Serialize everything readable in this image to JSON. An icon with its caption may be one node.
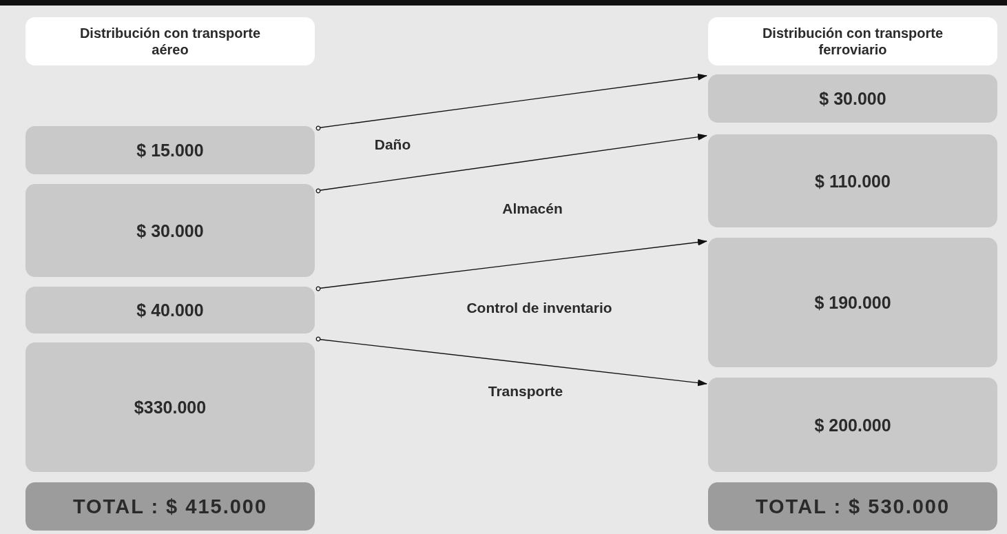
{
  "diagram": {
    "nodes": [
      {
        "text": [
          "Distribución con transporte aéreo"
        ]
      },
      {
        "text": [
          "Distribución con transporte ferroviario"
        ]
      },
      {
        "text": [
          "$ 15.000"
        ]
      },
      {
        "text": [
          "$ 30.000"
        ]
      },
      {
        "text": [
          "$ 40.000"
        ]
      },
      {
        "text": [
          "$330.000"
        ]
      },
      {
        "text": [
          "TOTAL : $ 415.000"
        ]
      },
      {
        "text": [
          "$ 30.000"
        ]
      },
      {
        "text": [
          "$ 110.000"
        ]
      },
      {
        "text": [
          "$ 190.000"
        ]
      },
      {
        "text": [
          "$ 200.000"
        ]
      },
      {
        "text": [
          "TOTAL : $ 530.000"
        ]
      }
    ],
    "edges": [
      {
        "from": 2,
        "to": 7,
        "arrow": "to",
        "label": "Daño"
      },
      {
        "from": 3,
        "to": 8,
        "arrow": "to",
        "label": "Almacén"
      },
      {
        "from": 4,
        "to": 9,
        "arrow": "to",
        "label": "Control de inventario"
      },
      {
        "from": 5,
        "to": 10,
        "arrow": "to",
        "label": "Transporte"
      }
    ]
  }
}
